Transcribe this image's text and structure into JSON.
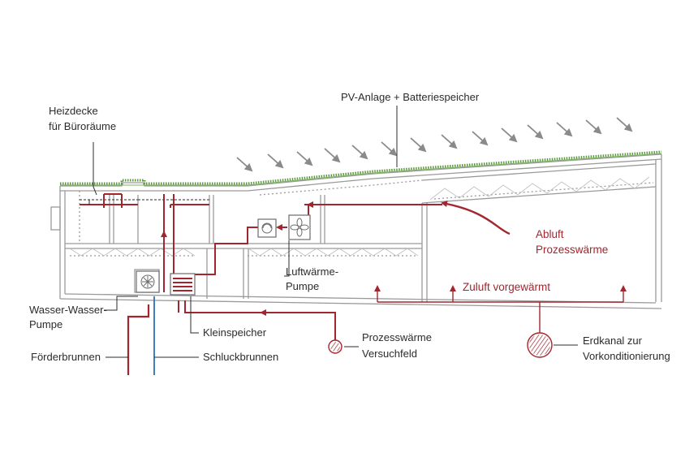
{
  "labels": {
    "heizdecke_line1": "Heizdecke",
    "heizdecke_line2": "für Büroräume",
    "pv_anlage": "PV-Anlage + Batteriespeicher",
    "abluft_line1": "Abluft",
    "abluft_line2": "Prozesswärme",
    "luftwaerme_line1": "Luftwärme-",
    "luftwaerme_line2": "Pumpe",
    "zuluft": "Zuluft vorgewärmt",
    "wasser_line1": "Wasser-Wasser-",
    "wasser_line2": "Pumpe",
    "kleinspeicher": "Kleinspeicher",
    "prozesswaerme_line1": "Prozesswärme",
    "prozesswaerme_line2": "Versuchfeld",
    "erdkanal_line1": "Erdkanal zur",
    "erdkanal_line2": "Vorkonditionierung",
    "foerderbrunnen": "Förderbrunnen",
    "schluckbrunnen": "Schluckbrunnen"
  },
  "colors": {
    "pipe_red": "#a3262e",
    "water_blue": "#3f7fbf",
    "roof_green": "#5a9a3c",
    "wall_gray": "#9a9a9a",
    "sun_arrow_gray": "#8a8a8a"
  }
}
